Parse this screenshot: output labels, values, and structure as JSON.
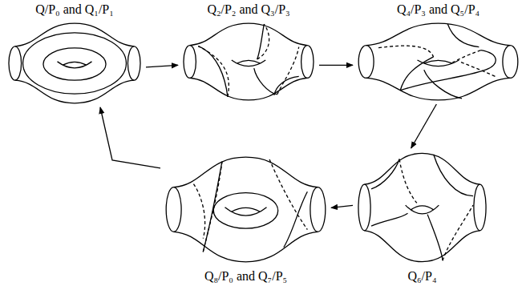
{
  "diagram": {
    "nodes": [
      {
        "text": [
          "Q/P₀ and Q₁/P₁"
        ]
      },
      {
        "text": [
          "Q₂/P₂ and Q₃/P₃"
        ]
      },
      {
        "text": [
          "Q₄/P₃ and Q₅/P₄"
        ]
      },
      {
        "text": [
          "Q₆/P₄"
        ]
      },
      {
        "text": [
          "Q₈/P₀ and Q₇/P₅"
        ]
      }
    ],
    "edges": [
      {
        "from": 0,
        "to": 1,
        "arrow": "to"
      },
      {
        "from": 1,
        "to": 2,
        "arrow": "to"
      },
      {
        "from": 2,
        "to": 3,
        "arrow": "to"
      },
      {
        "from": 3,
        "to": 4,
        "arrow": "to"
      },
      {
        "from": 4,
        "to": 0,
        "arrow": "to"
      }
    ]
  }
}
